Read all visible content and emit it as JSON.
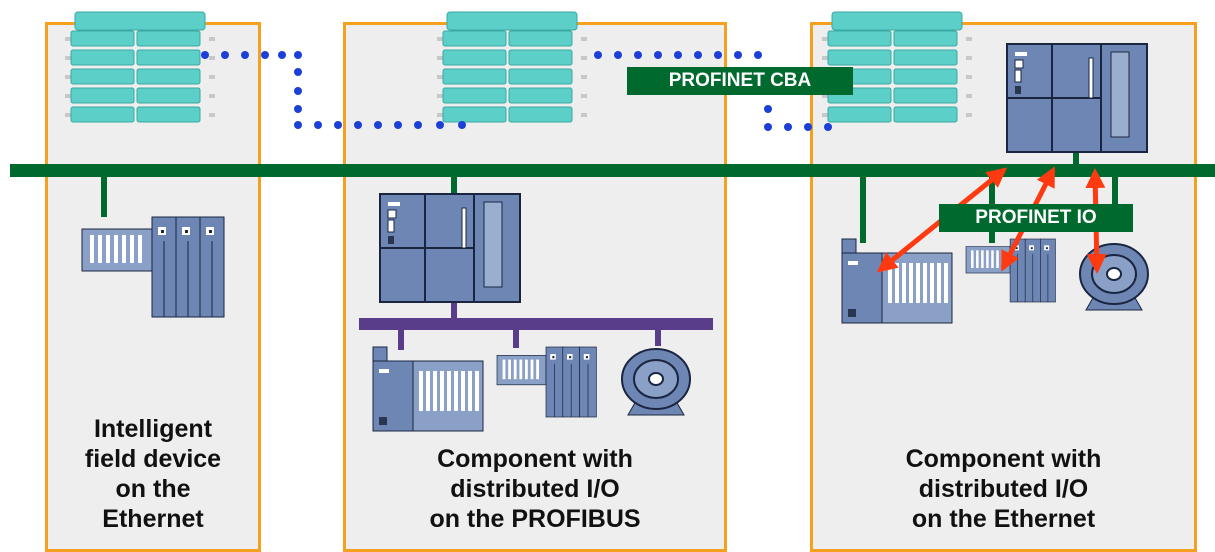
{
  "labels": {
    "cba": "PROFINET CBA",
    "io": "PROFINET IO"
  },
  "panels": [
    {
      "label_lines": [
        "Intelligent",
        "field device",
        "on the",
        "Ethernet"
      ]
    },
    {
      "label_lines": [
        "Component with",
        "distributed I/O",
        "on the PROFIBUS"
      ]
    },
    {
      "label_lines": [
        "Component with",
        "distributed I/O",
        "on the Ethernet"
      ]
    }
  ],
  "colors": {
    "panel_border": "#f5a01e",
    "panel_fill": "#eeeeee",
    "ethernet_bus": "#006a2e",
    "profibus": "#5a3d8a",
    "device_blue": "#6e86b4",
    "component_teal": "#5ccfc8",
    "cba_link_dots": "#1c3fd8",
    "io_arrows": "#ff3a10"
  }
}
